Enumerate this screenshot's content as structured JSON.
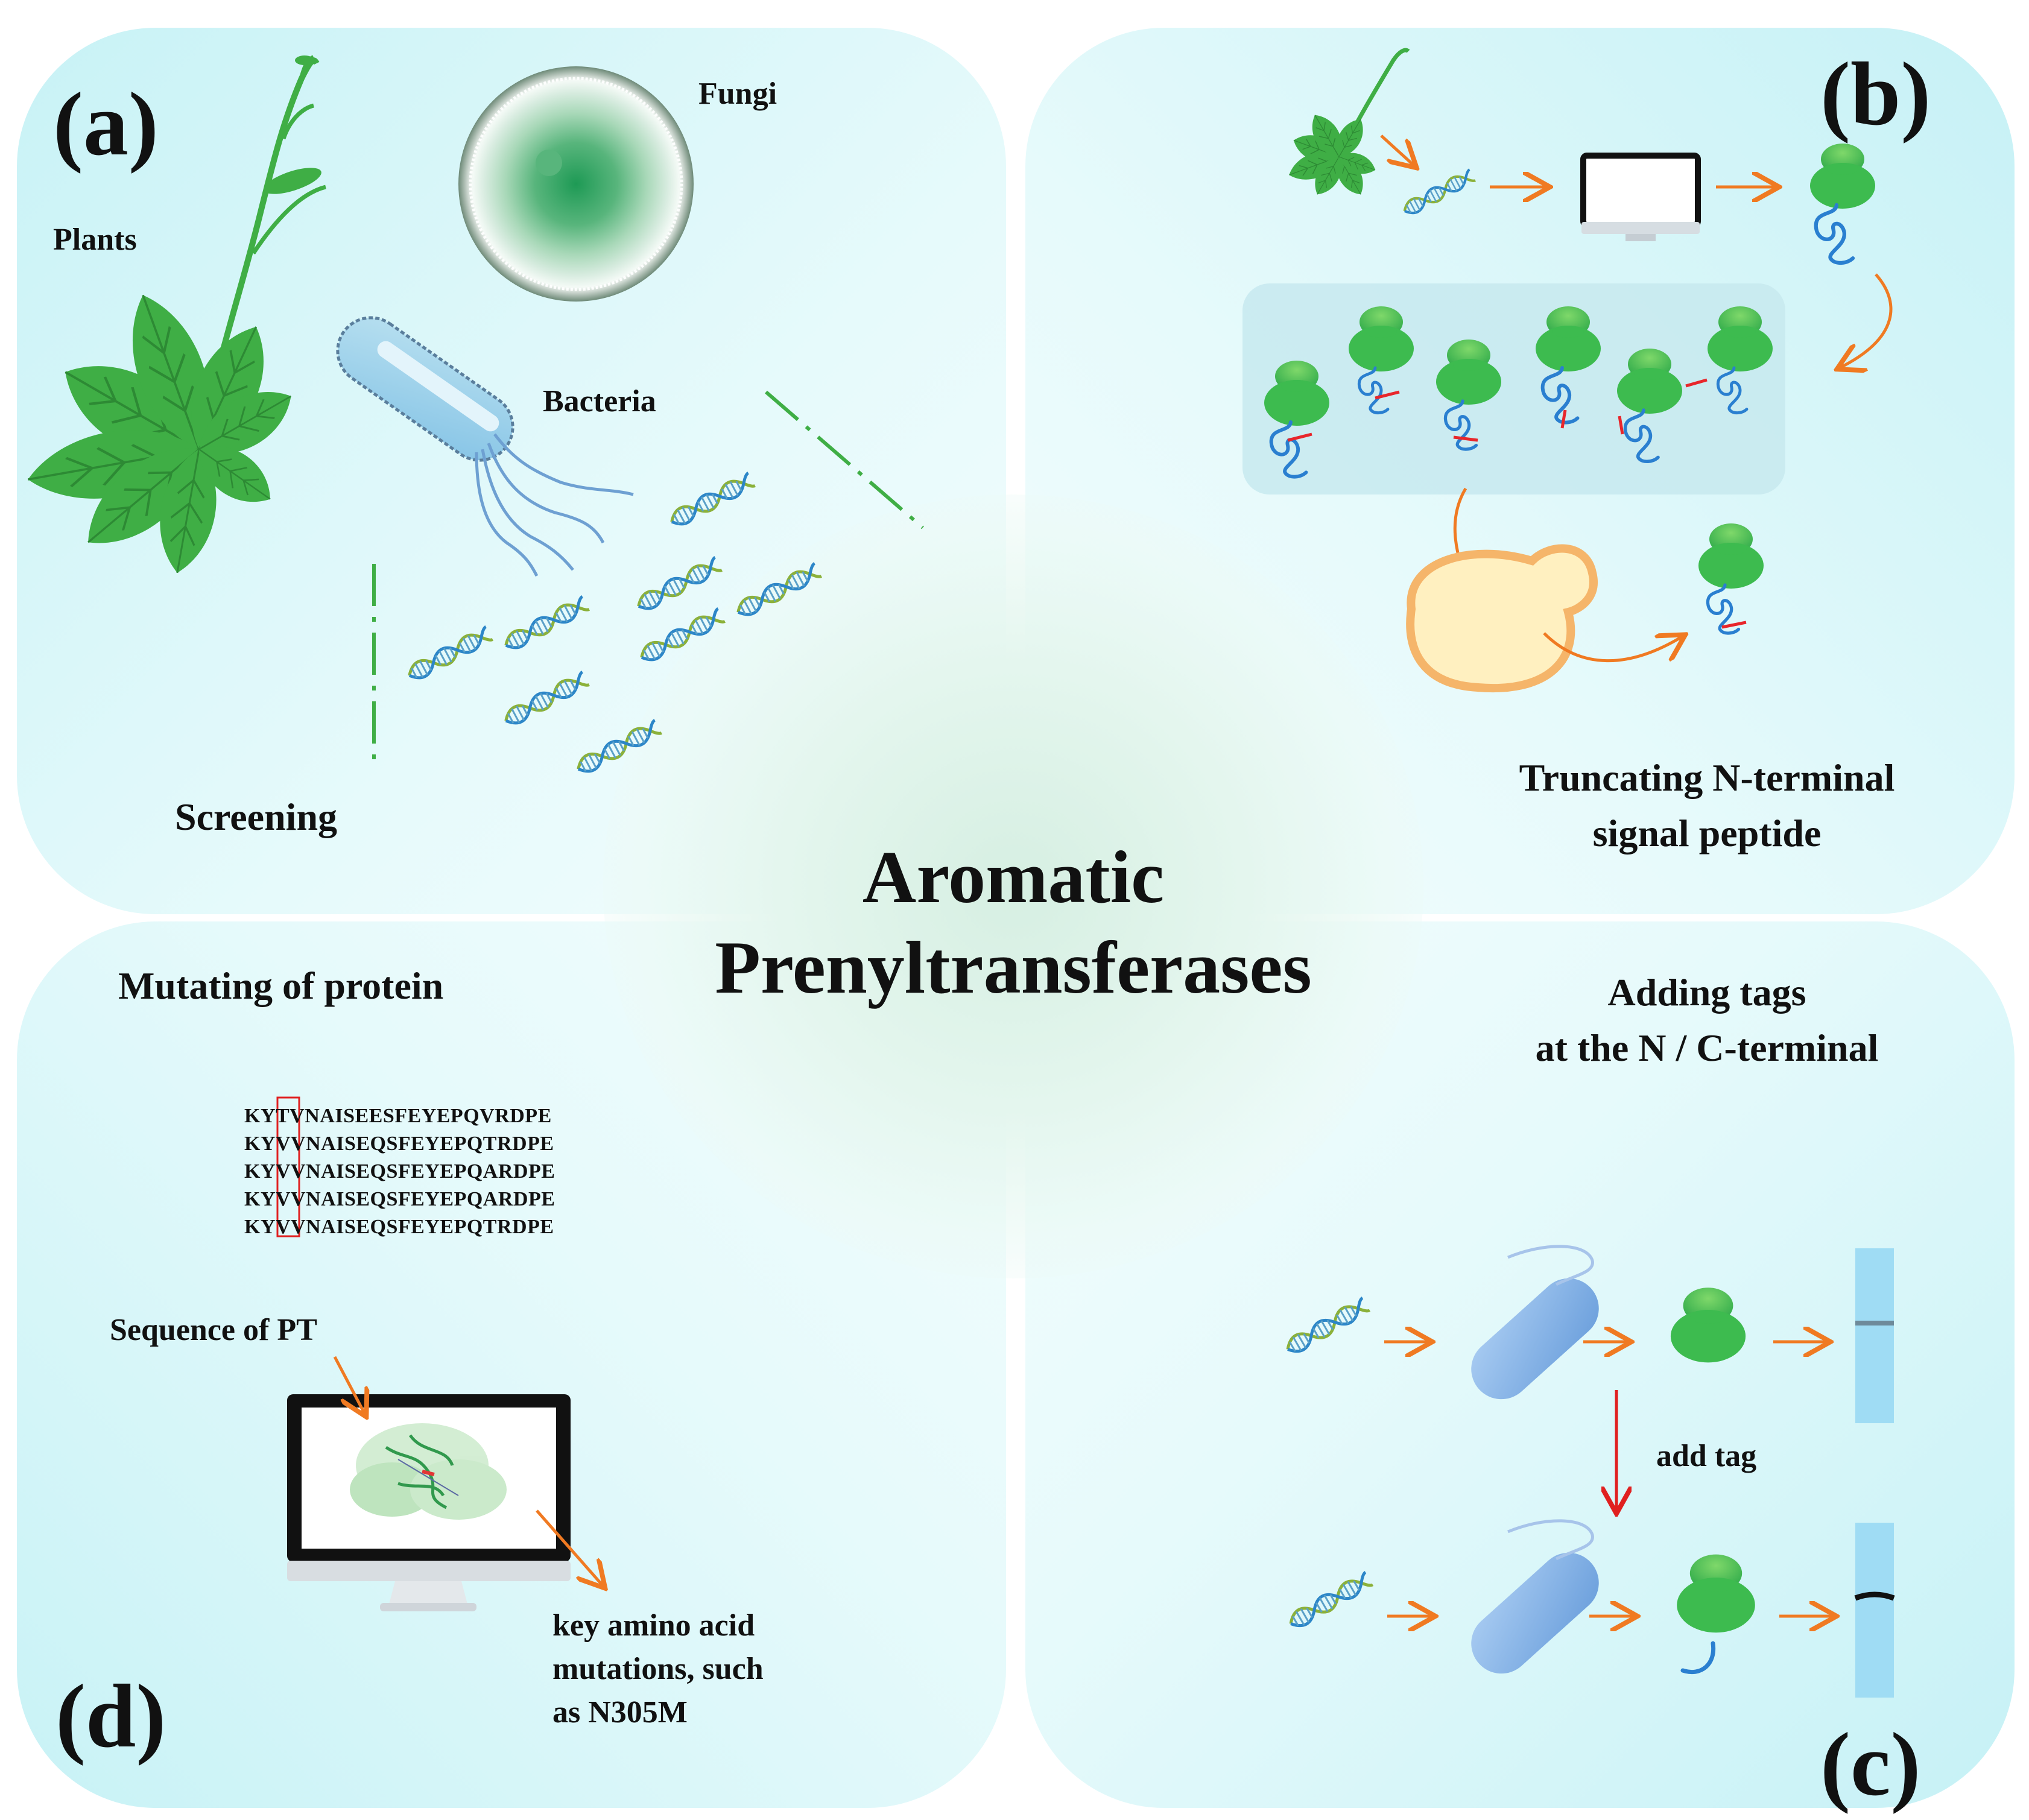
{
  "title": {
    "line1": "Aromatic",
    "line2": "Prenyltransferases"
  },
  "panel_a": {
    "letter": "(a)",
    "labels": {
      "plants": "Plants",
      "fungi": "Fungi",
      "bacteria": "Bacteria",
      "screening": "Screening"
    }
  },
  "panel_b": {
    "letter": "(b)",
    "caption_line1": "Truncating N-terminal",
    "caption_line2": "signal peptide"
  },
  "panel_c": {
    "letter": "(c)",
    "caption_line1": "Adding tags",
    "caption_line2": "at the N / C-terminal",
    "arrow_label": "add tag"
  },
  "panel_d": {
    "letter": "(d)",
    "caption": "Mutating of protein",
    "sequences": [
      "KYTVNAISEESFEYEPQVRDPE",
      "KYVVNAISEQSFEYEPQTRDPE",
      "KYVVNAISEQSFEYEPQARDPE",
      "KYVVNAISEQSFEYEPQARDPE",
      "KYVVNAISEQSFEYEPQTRDPE"
    ],
    "sequence_label": "Sequence of PT",
    "mutation_line1": "key amino acid",
    "mutation_line2": "mutations, such",
    "mutation_line3": "as N305M"
  },
  "colors": {
    "panel_bg": "#c8f2f6",
    "green": "#3dbb4f",
    "dark_green": "#2a9a45",
    "blue_strand": "#2a7fd0",
    "orange_arrow": "#f07a22",
    "red_arrow": "#e02020",
    "red_cut": "#e8262b",
    "cell_blue": "#8fb9ea",
    "yeast_fill": "#fff0c0",
    "yeast_edge": "#f5b56a"
  }
}
